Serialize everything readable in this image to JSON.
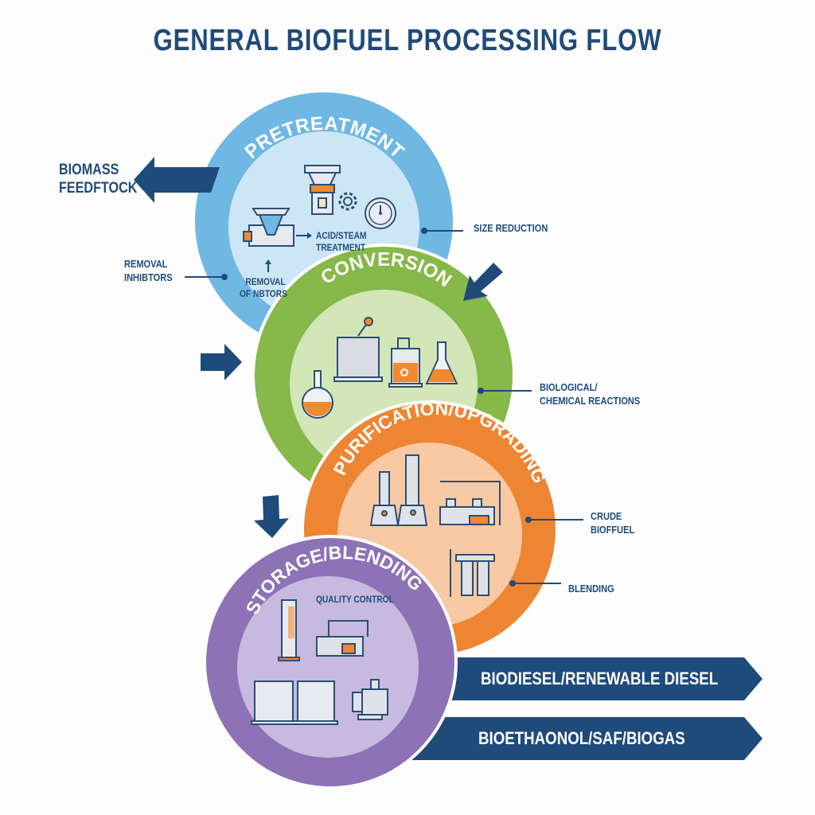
{
  "title": "GENERAL BIOFUEL PROCESSING FLOW",
  "colors": {
    "navy": "#1f4b7a",
    "pretreatment_ring": "#6fb8e4",
    "pretreatment_inner": "#cde6f5",
    "conversion_ring": "#86b84a",
    "conversion_inner": "#d2e6b8",
    "purification_ring": "#ee8533",
    "purification_inner": "#f8c9a2",
    "storage_ring": "#8d73b5",
    "storage_inner": "#c7b9df"
  },
  "stages": [
    {
      "name": "PRETREATMENT",
      "icons": [
        "hopper-icon",
        "mill-icon",
        "gear-icon",
        "gauge-icon",
        "shredder-icon"
      ]
    },
    {
      "name": "CONVERSION",
      "icons": [
        "reactor-tank-icon",
        "bioreactor-icon",
        "erlenmeyer-flask-icon",
        "round-flask-icon"
      ]
    },
    {
      "name": "PURIFICATION/UPGRADING",
      "icons": [
        "distillation-column-icon",
        "distillation-column-icon",
        "refinery-unit-icon",
        "filter-cartridge-icon"
      ]
    },
    {
      "name": "STORAGE/BLENDING",
      "icons": [
        "column-tower-icon",
        "control-unit-icon",
        "storage-tank-icon",
        "storage-tank-icon",
        "pump-motor-icon"
      ]
    }
  ],
  "inputs": {
    "feedstock_line1": "BIOMASS",
    "feedstock_line2": "FEEDFTOCK"
  },
  "callouts": {
    "removal_inhibitors_line1": "REMOVAL",
    "removal_inhibitors_line2": "INHIBTORS",
    "size_reduction": "SIZE REDUCTION",
    "bio_chem_line1": "BIOLOGICAL/",
    "bio_chem_line2": "CHEMICAL REACTIONS",
    "crude_line1": "CRUDE",
    "crude_line2": "BIOFFUEL",
    "blending": "BLENDING"
  },
  "inner_labels": {
    "acid_steam_line1": "ACID/STEAM",
    "acid_steam_line2": "TREATMENT",
    "removal_nbtors_line1": "REMOVAL",
    "removal_nbtors_line2": "OF NBTORS",
    "quality_control": "QUALITY CONTROL"
  },
  "outputs": [
    {
      "label": "BIODIESEL/RENEWABLE DIESEL"
    },
    {
      "label": "BIOETHAONOL/SAF/BIOGAS"
    }
  ]
}
